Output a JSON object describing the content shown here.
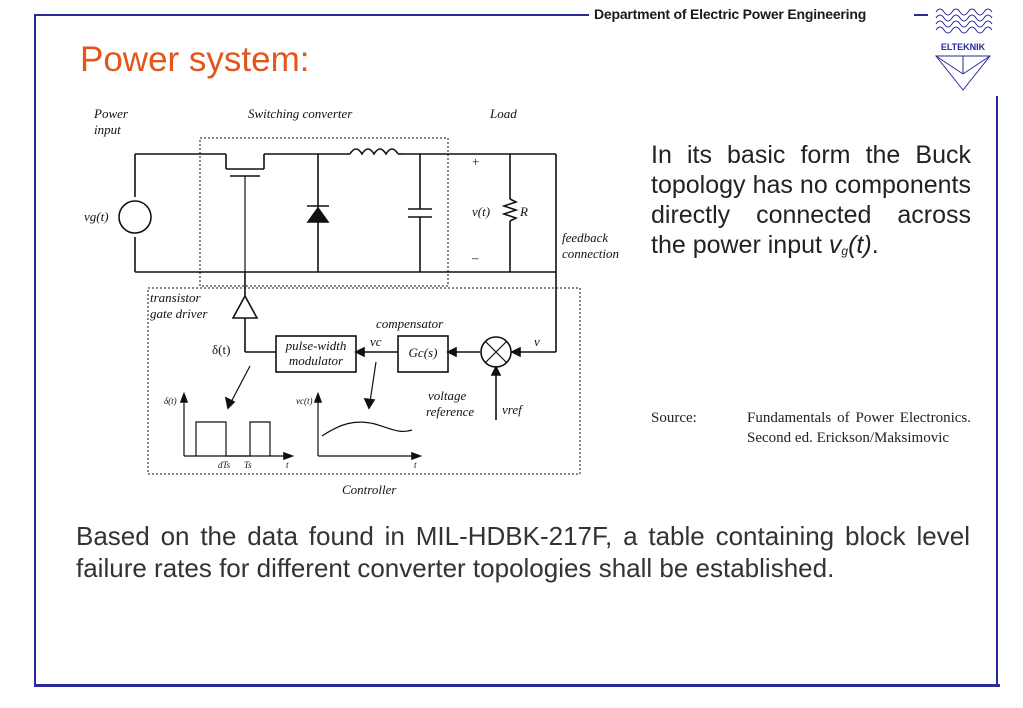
{
  "header": {
    "department": "Department of Electric Power Engineering",
    "logo_text": "ELTEKNIK"
  },
  "title": "Power system:",
  "diagram": {
    "labels": {
      "power_input": "Power",
      "power_input_2": "input",
      "switching_converter": "Switching converter",
      "load": "Load",
      "source": "vg(t)",
      "plus": "+",
      "minus": "–",
      "vt": "v(t)",
      "resistor": "R",
      "feedback": "feedback",
      "feedback_2": "connection",
      "transistor": "transistor",
      "gate_driver": "gate driver",
      "delta": "δ(t)",
      "pwm_1": "pulse-width",
      "pwm_2": "modulator",
      "vc": "vc",
      "compensator": "compensator",
      "gc": "Gc(s)",
      "v": "v",
      "voltage": "voltage",
      "reference": "reference",
      "vref": "vref",
      "plot1_y": "δ(t)",
      "plot1_dts": "dTs",
      "plot1_ts": "Ts",
      "plot1_t": "t",
      "plot2_y": "vc(t)",
      "plot2_t": "t",
      "controller": "Controller"
    }
  },
  "description": {
    "text_before": "In its basic form the Buck topology has no components directly connected across the power input ",
    "var_main": "v",
    "var_sub": "g",
    "var_tail": "(t)",
    "period": "."
  },
  "source": {
    "label": "Source:",
    "text": "Fundamentals of Power Electronics. Second ed. Erickson/Maksimovic"
  },
  "body": "Based on the data found in MIL-HDBK-217F, a table containing block level failure rates for different converter topologies shall be established."
}
